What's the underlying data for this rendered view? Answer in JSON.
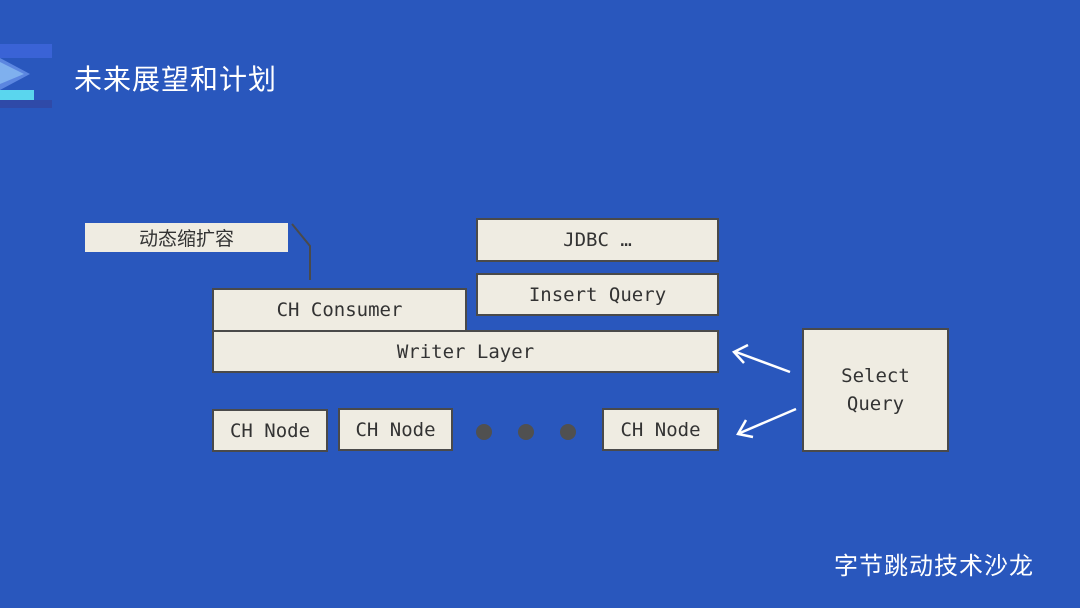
{
  "slide": {
    "title": "未来展望和计划",
    "footer": "字节跳动技术沙龙"
  },
  "diagram": {
    "scaling_label": "动态缩扩容",
    "jdbc_label": "JDBC …",
    "insert_query_label": "Insert Query",
    "ch_consumer_label": "CH Consumer",
    "writer_layer_label": "Writer Layer",
    "select_query_label": "Select\nQuery",
    "nodes": [
      "CH Node",
      "CH Node",
      "CH Node"
    ]
  },
  "colors": {
    "background": "#2957bd",
    "box_fill": "#efece2",
    "box_border": "#4a4a4a",
    "arrow": "#ffffff"
  }
}
